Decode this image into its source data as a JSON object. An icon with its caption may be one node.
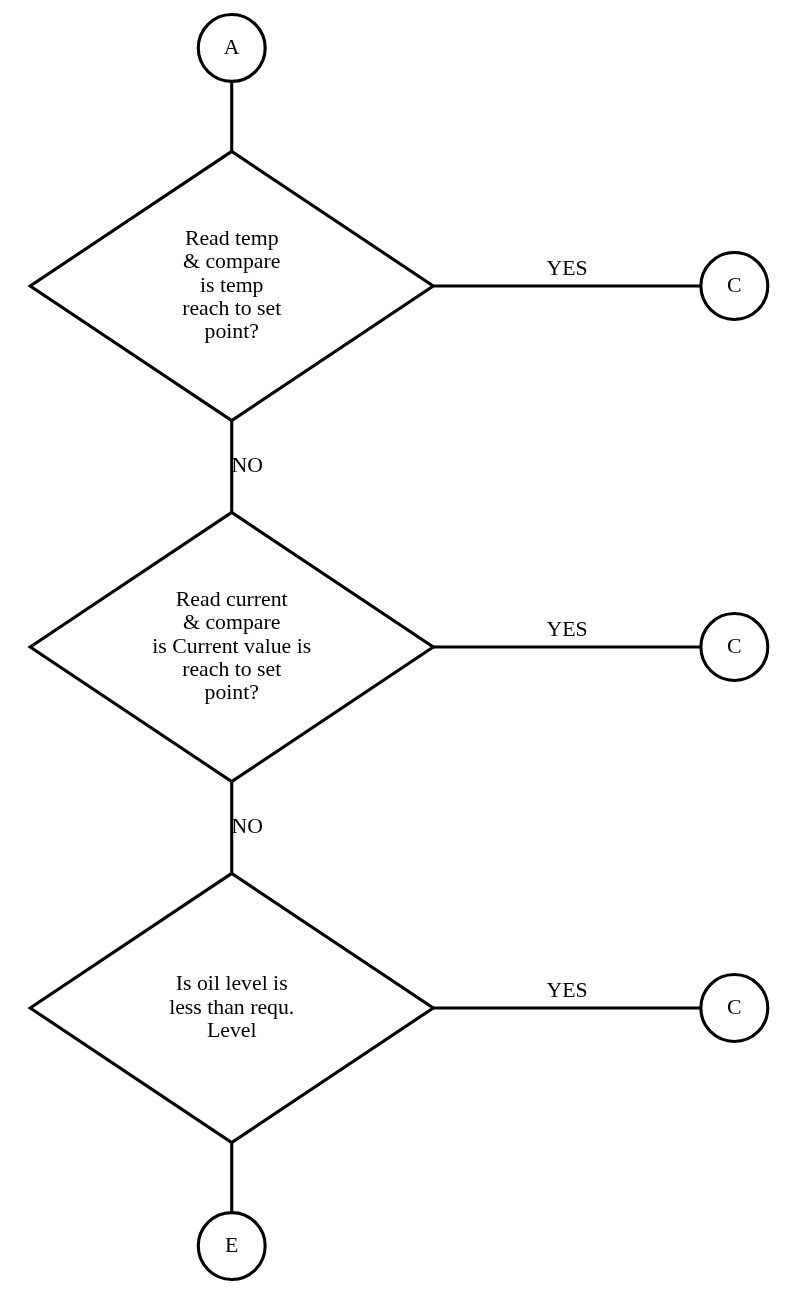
{
  "diagram": {
    "nodes": [
      {
        "text": [
          "A"
        ]
      },
      {
        "text": [
          "Read temp & compare is temp reach to set point?"
        ]
      },
      {
        "text": [
          "C"
        ]
      },
      {
        "text": [
          "Read current & compare is Current value is reach to set point?"
        ]
      },
      {
        "text": [
          "C"
        ]
      },
      {
        "text": [
          "Is oil level is less than requ. Level"
        ]
      },
      {
        "text": [
          "C"
        ]
      },
      {
        "text": [
          "E"
        ]
      }
    ],
    "edges": [
      {
        "from": 0,
        "to": 1,
        "arrow": "none"
      },
      {
        "from": 1,
        "to": 2,
        "arrow": "none",
        "label": "YES"
      },
      {
        "from": 1,
        "to": 3,
        "arrow": "none",
        "label": "NO"
      },
      {
        "from": 3,
        "to": 4,
        "arrow": "none",
        "label": "YES"
      },
      {
        "from": 3,
        "to": 5,
        "arrow": "none",
        "label": "NO"
      },
      {
        "from": 5,
        "to": 6,
        "arrow": "none",
        "label": "YES"
      },
      {
        "from": 5,
        "to": 7,
        "arrow": "none"
      }
    ]
  }
}
